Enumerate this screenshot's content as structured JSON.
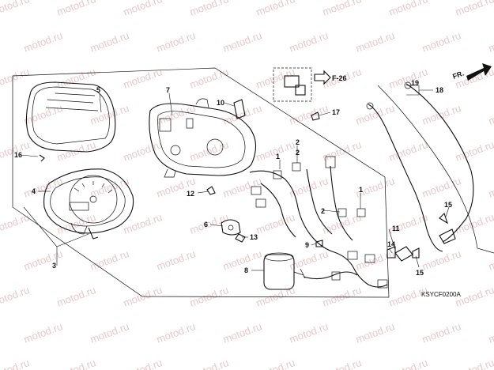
{
  "watermark": "motod.ru",
  "reference": {
    "arrow_label": "F-26",
    "direction": "FR."
  },
  "diagram_code": "KSYCF0200A",
  "callouts": [
    "1",
    "1",
    "2",
    "2",
    "2",
    "3",
    "4",
    "5",
    "6",
    "7",
    "8",
    "9",
    "10",
    "11",
    "12",
    "13",
    "14",
    "15",
    "15",
    "16",
    "17",
    "18",
    "19"
  ]
}
